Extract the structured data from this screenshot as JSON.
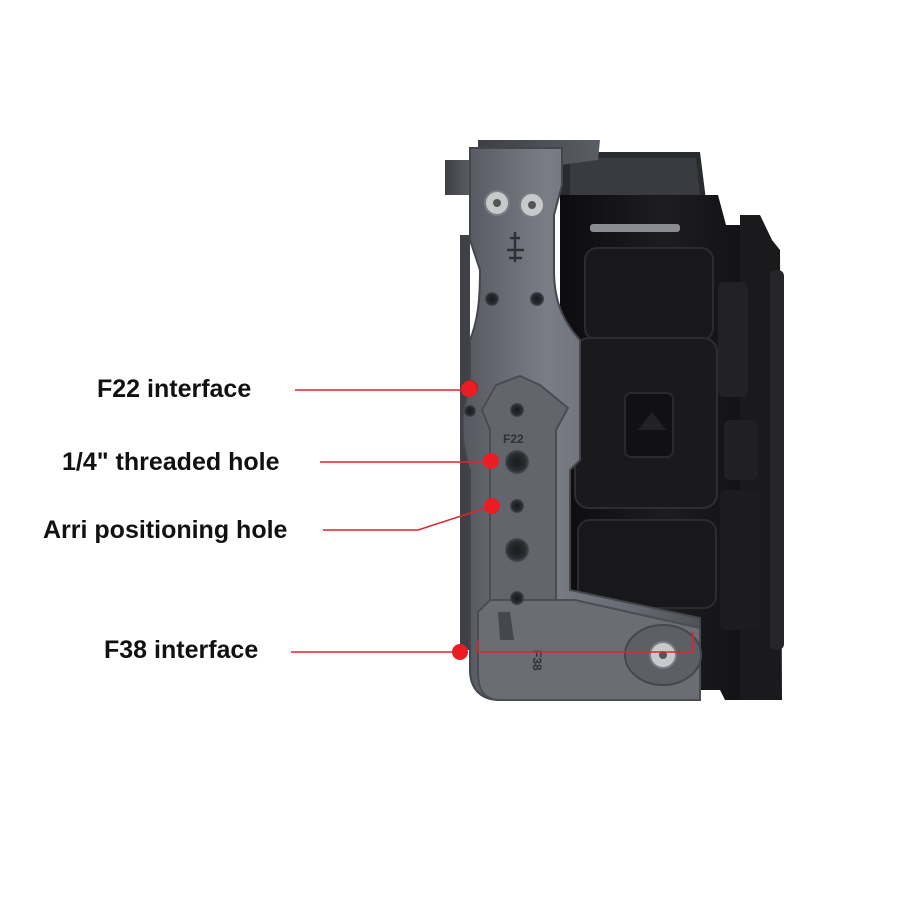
{
  "callouts": {
    "f22": "F22 interface",
    "thread": "1/4\" threaded hole",
    "arri": "Arri positioning hole",
    "f38": "F38 interface"
  },
  "engravings": {
    "f22": "F22",
    "f38": "F38"
  },
  "colors": {
    "callout_line": "#e0242a",
    "cage_metal": "#6b6e76",
    "camera_body": "#141416",
    "background": "#ffffff"
  }
}
